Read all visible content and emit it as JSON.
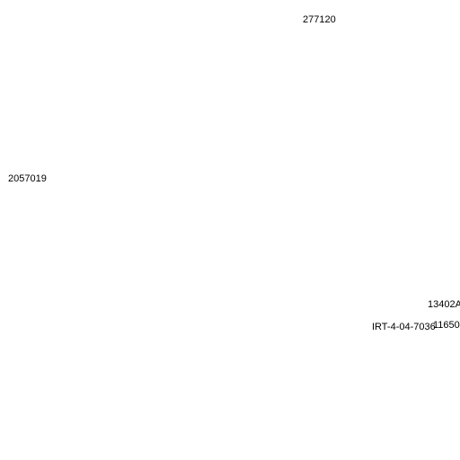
{
  "labels": [
    "277120",
    "2057019",
    "13402A",
    "IRT-4-04-7036",
    "11650"
  ]
}
